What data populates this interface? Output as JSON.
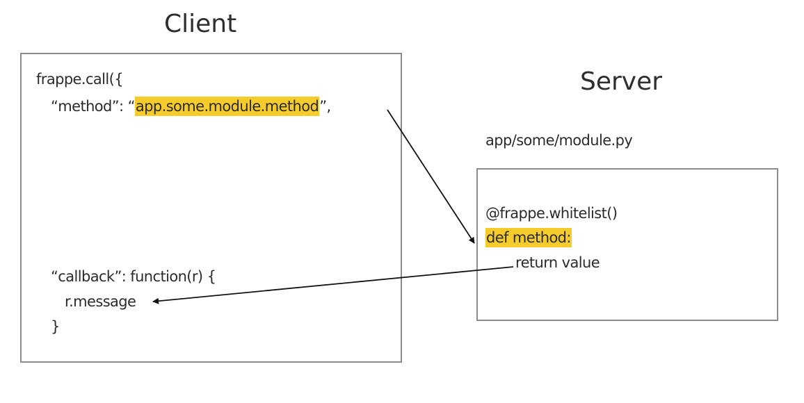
{
  "client": {
    "title": "Client",
    "line_call": "frappe.call({",
    "method_prefix": "“method”: “",
    "method_value": "app.some.module.method",
    "method_suffix": "”,",
    "callback_line": "“callback”: function(r) {",
    "message_line": "r.message",
    "close_line": "}"
  },
  "server": {
    "title": "Server",
    "file_path": "app/some/module.py",
    "decorator_line": "@frappe.whitelist()",
    "def_line": "def method:",
    "return_line": "return value"
  },
  "colors": {
    "highlight": "#f6cb2c",
    "box_border": "#8c8c8c",
    "arrow": "#111111"
  }
}
